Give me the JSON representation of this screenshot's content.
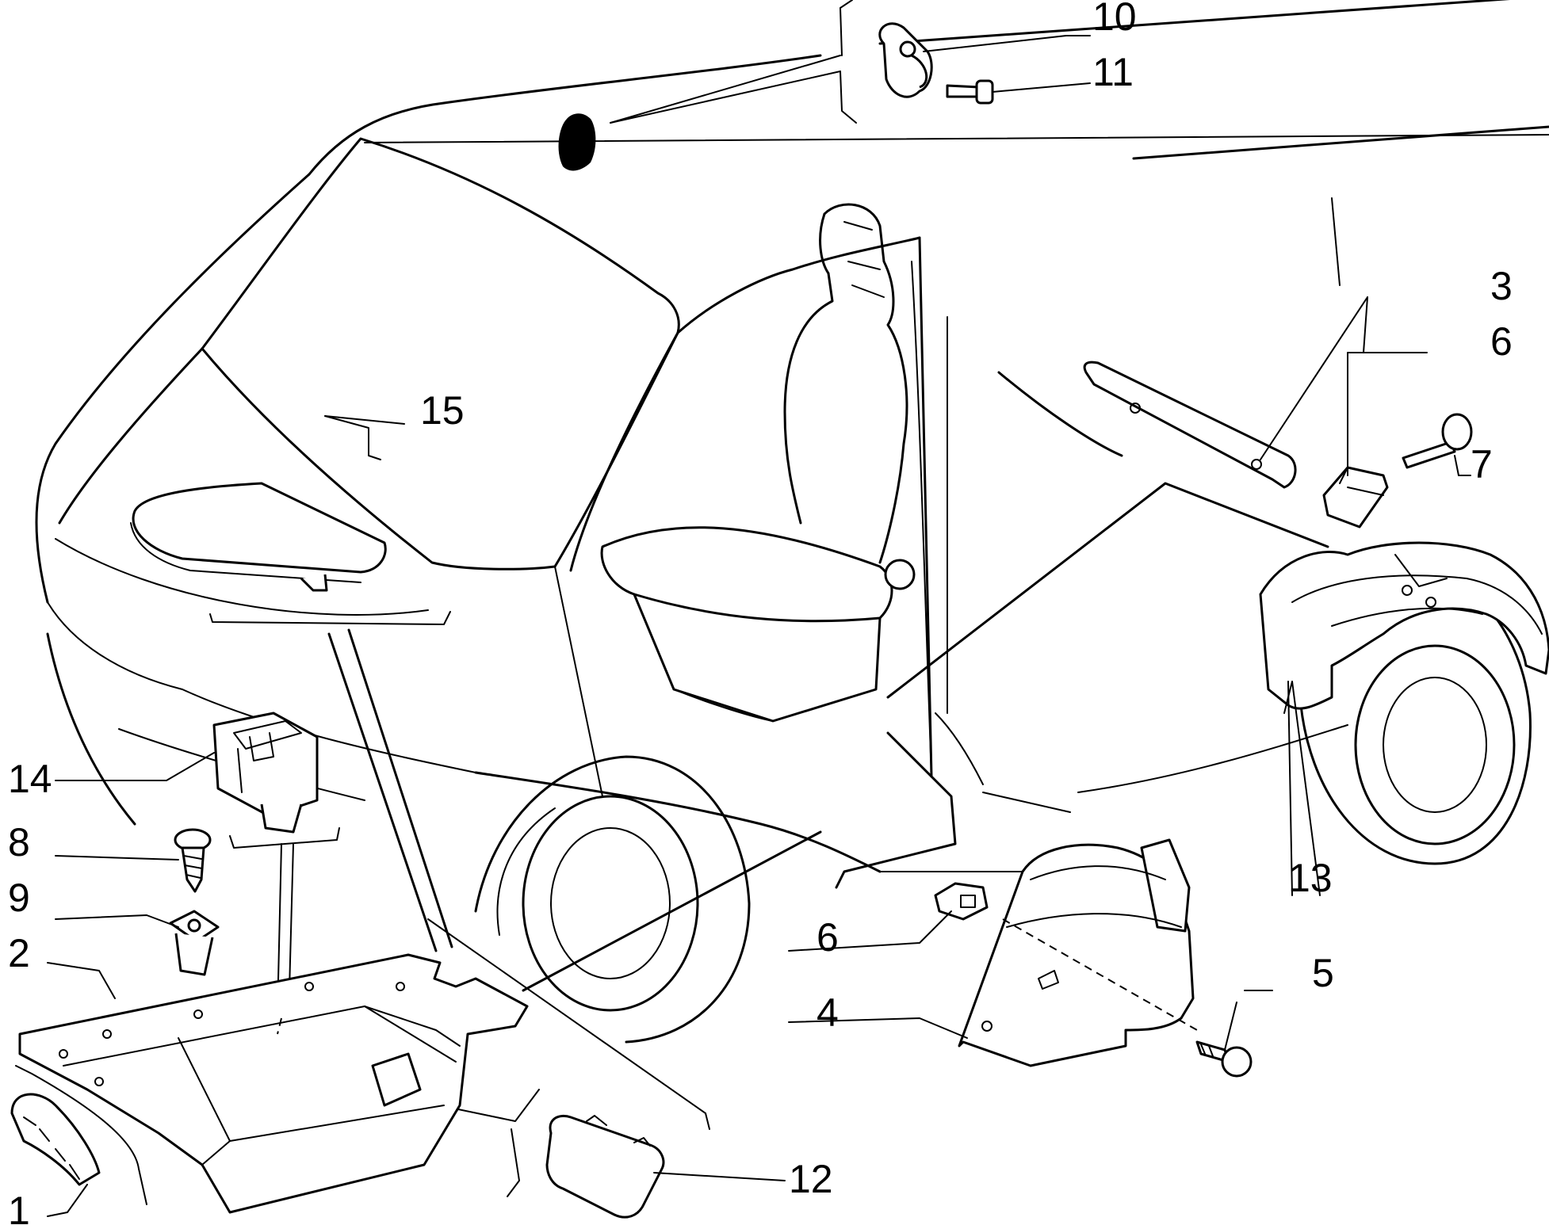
{
  "callouts": [
    {
      "id": "c1",
      "text": "1"
    },
    {
      "id": "c2",
      "text": "2"
    },
    {
      "id": "c3",
      "text": "3"
    },
    {
      "id": "c4",
      "text": "4"
    },
    {
      "id": "c5",
      "text": "5"
    },
    {
      "id": "c6a",
      "text": "6"
    },
    {
      "id": "c6b",
      "text": "6"
    },
    {
      "id": "c7",
      "text": "7"
    },
    {
      "id": "c8",
      "text": "8"
    },
    {
      "id": "c9",
      "text": "9"
    },
    {
      "id": "c10",
      "text": "10"
    },
    {
      "id": "c11",
      "text": "11"
    },
    {
      "id": "c12",
      "text": "12"
    },
    {
      "id": "c13",
      "text": "13"
    },
    {
      "id": "c14",
      "text": "14"
    },
    {
      "id": "c15",
      "text": "15"
    }
  ]
}
